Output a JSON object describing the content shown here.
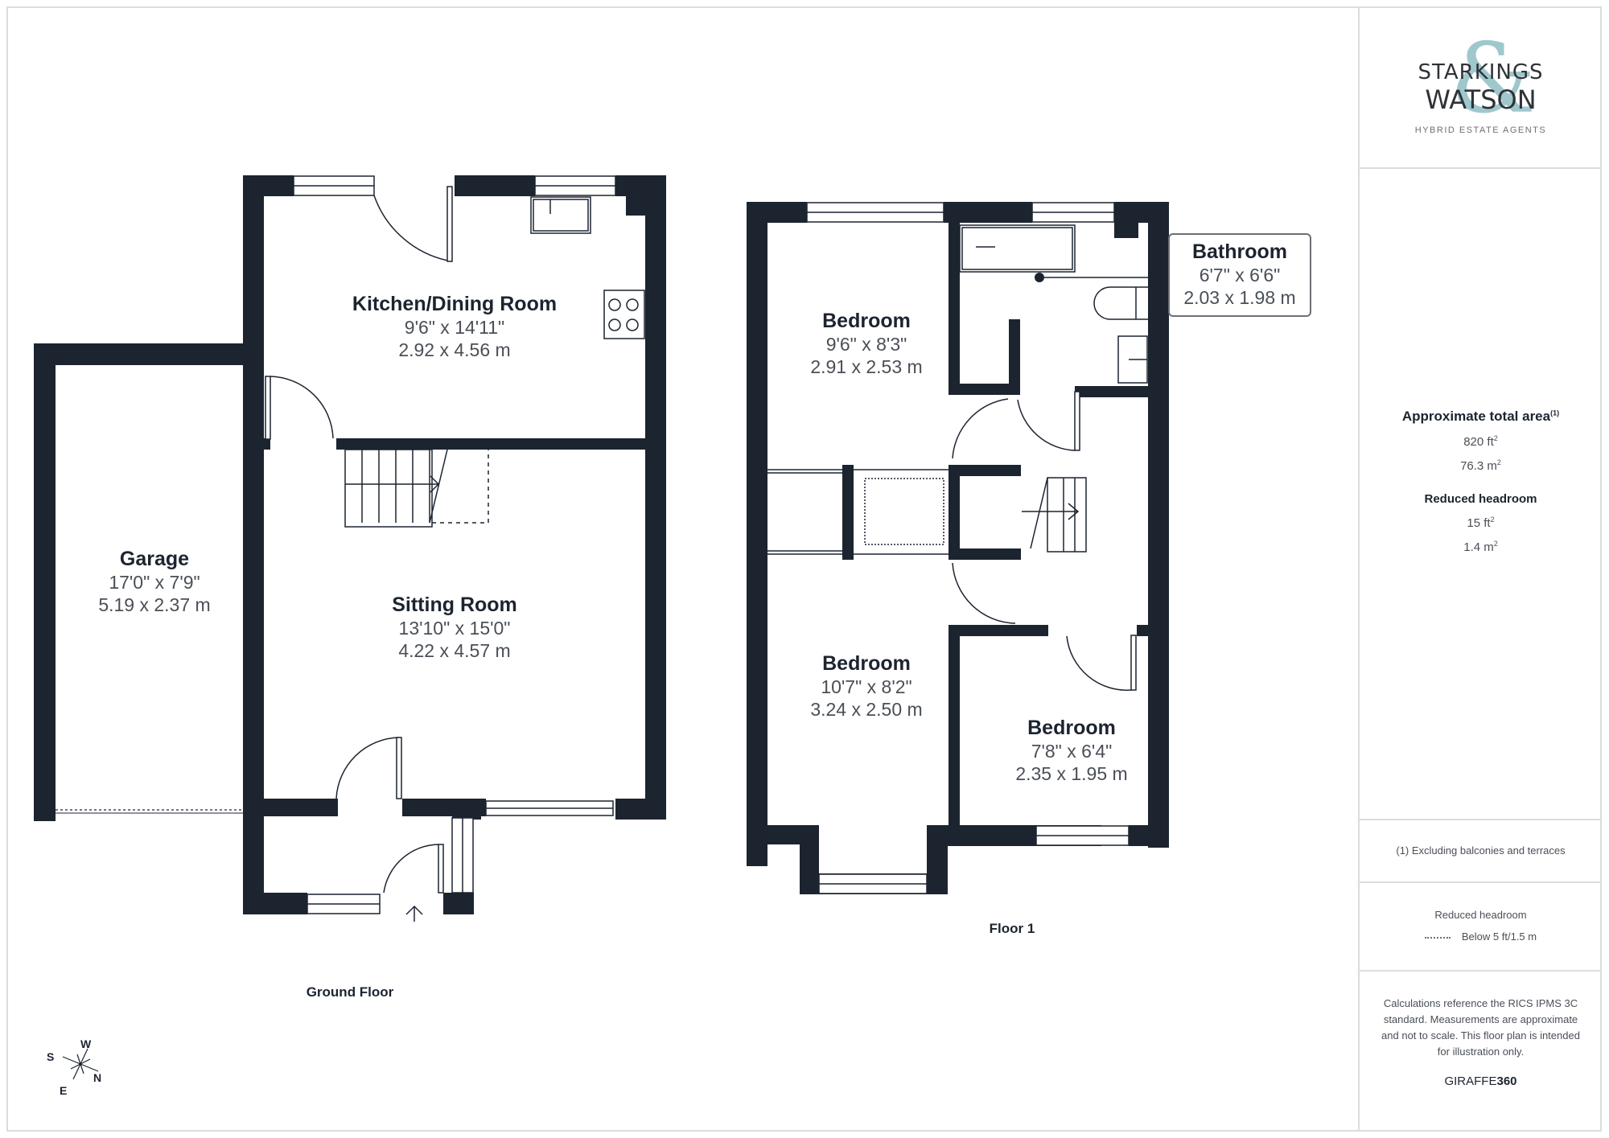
{
  "document": {
    "type": "floor plan",
    "colors": {
      "wall": "#1c2430",
      "border": "#dcdcdc",
      "brand_accent": "#8fbfc5",
      "text_primary": "#1c2430",
      "text_secondary": "#4a4f57"
    }
  },
  "floors": [
    {
      "label": "Ground Floor",
      "rooms": [
        {
          "name": "Kitchen/Dining Room",
          "imperial": "9'6\" x 14'11\"",
          "metric": "2.92 x 4.56 m"
        },
        {
          "name": "Garage",
          "imperial": "17'0\" x 7'9\"",
          "metric": "5.19 x 2.37 m"
        },
        {
          "name": "Sitting Room",
          "imperial": "13'10\" x 15'0\"",
          "metric": "4.22 x 4.57 m"
        }
      ]
    },
    {
      "label": "Floor 1",
      "rooms": [
        {
          "name": "Bedroom",
          "imperial": "9'6\" x 8'3\"",
          "metric": "2.91 x 2.53 m"
        },
        {
          "name": "Bathroom",
          "imperial": "6'7\" x 6'6\"",
          "metric": "2.03 x 1.98 m"
        },
        {
          "name": "Bedroom",
          "imperial": "10'7\" x 8'2\"",
          "metric": "3.24 x 2.50 m"
        },
        {
          "name": "Bedroom",
          "imperial": "7'8\" x 6'4\"",
          "metric": "2.35 x 1.95 m"
        }
      ]
    }
  ],
  "compass": {
    "labels": {
      "n": "N",
      "s": "S",
      "e": "E",
      "w": "W"
    }
  },
  "sidebar": {
    "logo": {
      "line1": "STARKINGS",
      "line2": "WATSON",
      "ampersand": "&",
      "tagline": "HYBRID ESTATE AGENTS"
    },
    "total_area": {
      "title": "Approximate total area",
      "footnote_marker": "(1)",
      "ft2": "820 ft",
      "m2": "76.3 m",
      "sup": "2"
    },
    "reduced_headroom": {
      "title": "Reduced headroom",
      "ft2": "15 ft",
      "m2": "1.4 m",
      "sup": "2"
    },
    "footnote": "(1) Excluding balconies and terraces",
    "legend": {
      "title": "Reduced headroom",
      "item": "Below 5 ft/1.5 m"
    },
    "disclaimer": "Calculations reference the RICS IPMS 3C standard. Measurements are approximate and not to scale. This floor plan is intended for illustration only.",
    "credit": {
      "part1": "GIRAFFE",
      "part2": "360"
    }
  }
}
